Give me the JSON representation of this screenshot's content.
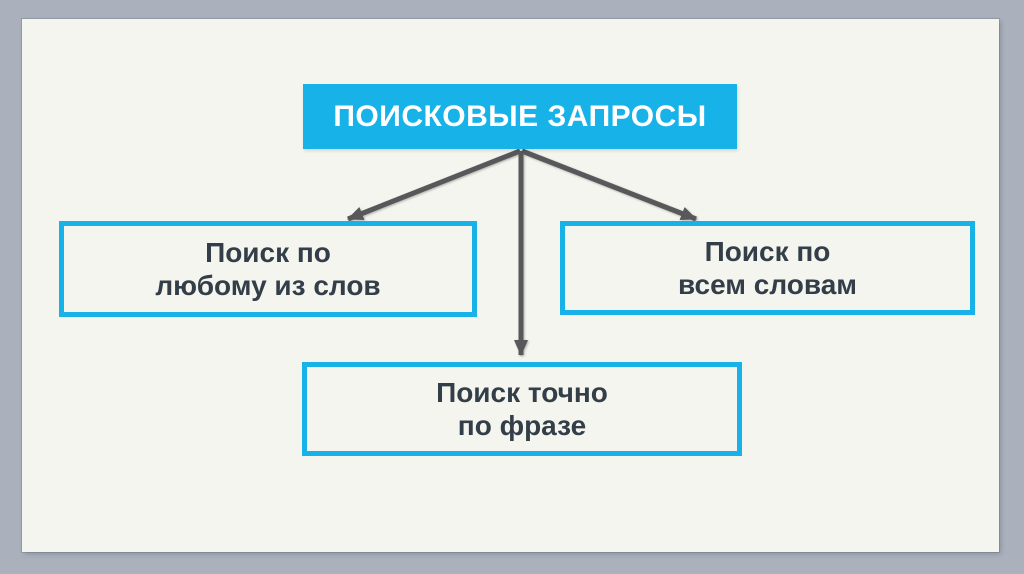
{
  "diagram": {
    "root": {
      "label": "ПОИСКОВЫЕ ЗАПРОСЫ"
    },
    "children": [
      {
        "id": "search-any-words",
        "line1": "Поиск по",
        "line2": "любому из слов"
      },
      {
        "id": "search-all-words",
        "line1": "Поиск по",
        "line2": "всем словам"
      },
      {
        "id": "search-exact-phrase",
        "line1": "Поиск точно",
        "line2": "по фразе"
      }
    ],
    "colors": {
      "accent_blue": "#16b2e8",
      "arrow_gray": "#58585a",
      "text_dark": "#333e48",
      "slide_background": "#f4f5ef",
      "frame_background": "#aab1bd",
      "title_text": "#ffffff"
    }
  }
}
